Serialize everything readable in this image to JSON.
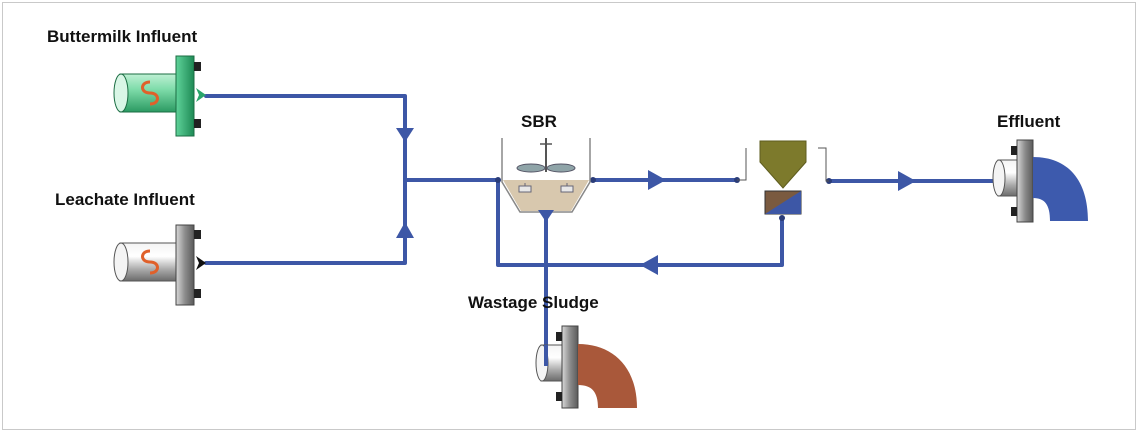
{
  "labels": {
    "buttermilk_influent": "Buttermilk Influent",
    "leachate_influent": "Leachate Influent",
    "sbr": "SBR",
    "effluent": "Effluent",
    "wastage_sludge": "Wastage Sludge"
  },
  "colors": {
    "pipe": "#3d57a6",
    "buttermilk_influent": "#2aa56b",
    "leachate_influent": "#8a8a8a",
    "effluent": "#3d5aad",
    "wastage_sludge": "#a9583a",
    "clarifier_hopper": "#7d7a2c",
    "clarifier_base": "#7a5a40",
    "sbr_liquid": "#d8c8ae",
    "pump_wave": "#e0602a"
  },
  "icons": [
    "buttermilk-influent-icon",
    "leachate-influent-icon",
    "sbr-reactor-icon",
    "settler-icon",
    "effluent-icon",
    "wastage-sludge-icon"
  ]
}
